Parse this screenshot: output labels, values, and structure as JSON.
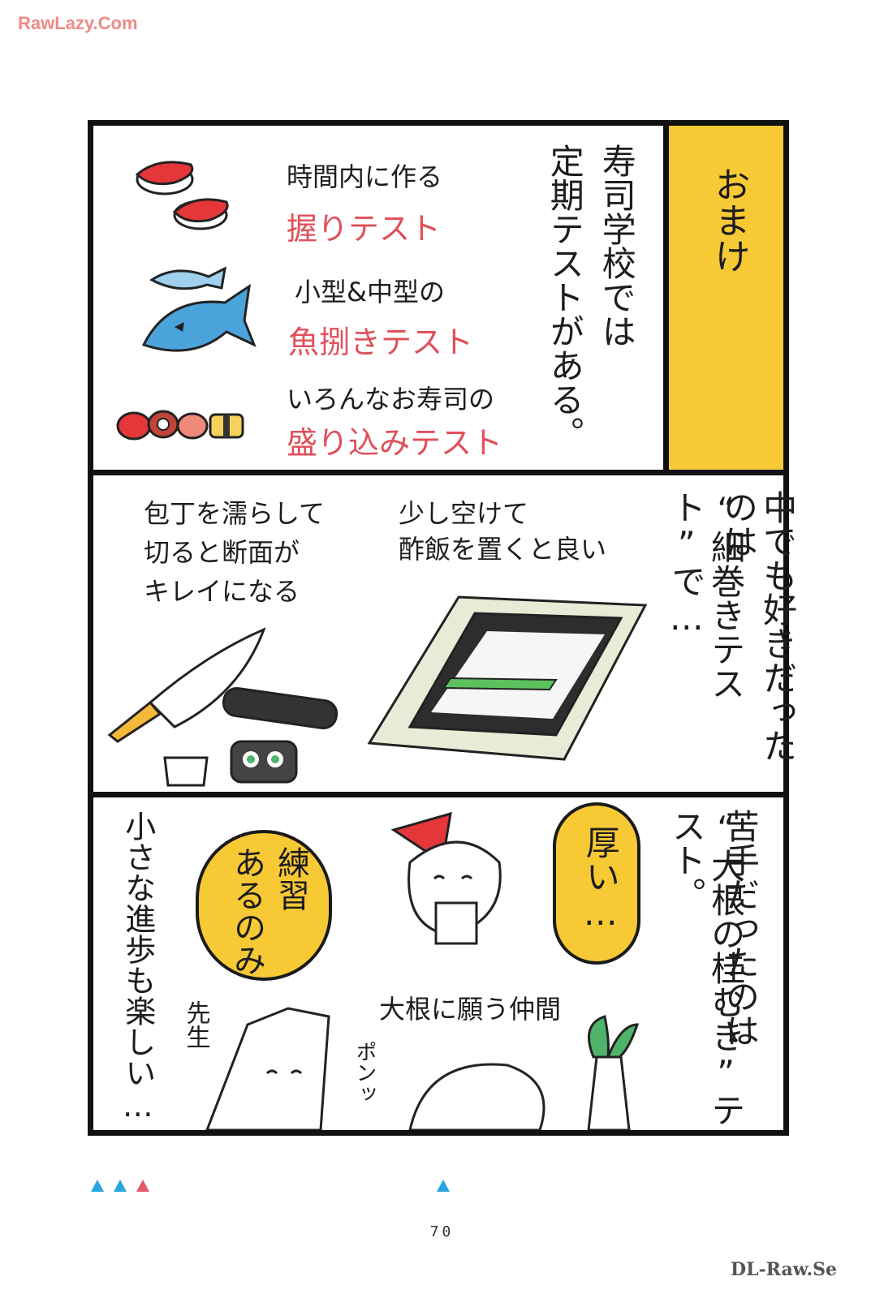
{
  "watermark_top": "RawLazy.Com",
  "watermark_bottom": "DL-Raw.Se",
  "page_number": "70",
  "colors": {
    "yellow": "#f7c935",
    "red_text": "#e0505a",
    "ink": "#1d1d1d",
    "fish_blue": "#4aa3db",
    "tuna_red": "#e5373a",
    "triangle_blue": "#2aa6df",
    "triangle_red": "#e25b6a"
  },
  "panel1": {
    "omake": "おまけ",
    "narration_col1": "寿司学校では",
    "narration_col2": "定期テストがある。",
    "item1_line1": "時間内に作る",
    "item1_line2": "握りテスト",
    "item2_line1": "小型&中型の",
    "item2_line2": "魚捌きテスト",
    "item3_line1": "いろんなお寿司の",
    "item3_line2": "盛り込みテスト"
  },
  "panel2": {
    "narration_col1": "中でも好きだったのは",
    "narration_col2": "“細巻きテスト”で…",
    "note_left_line1": "包丁を濡らして",
    "note_left_line2": "切ると断面が",
    "note_left_line3": "キレイになる",
    "note_right_line1": "少し空けて",
    "note_right_line2": "酢飯を置くと良い"
  },
  "panel3": {
    "narration_col1": "苦手だったのは",
    "narration_col2": "“大根の桂むき”テスト。",
    "bubble_right": "厚い…",
    "bubble_left_col1": "練習",
    "bubble_left_col2": "あるのみ",
    "caption_daikon": "大根に願う仲間",
    "label_teacher": "先生",
    "sfx_pon": "ポンッ",
    "left_col": "小さな進歩も楽しい…"
  }
}
